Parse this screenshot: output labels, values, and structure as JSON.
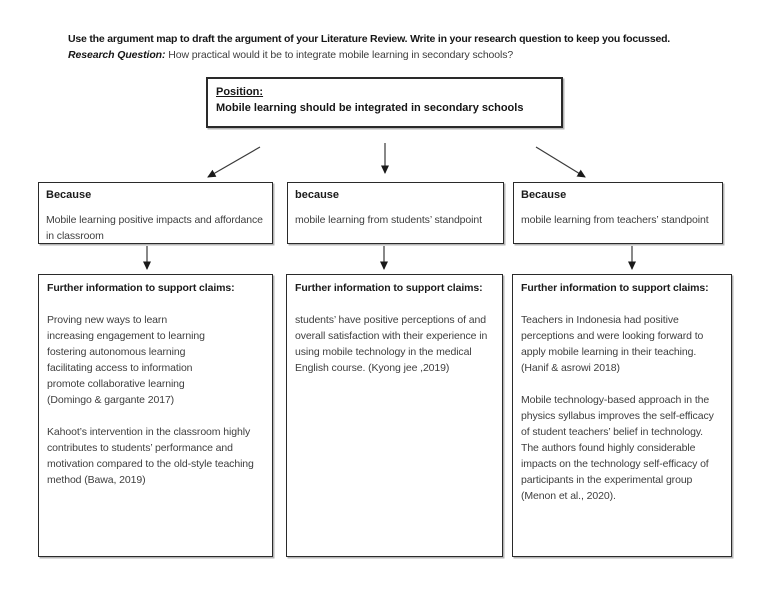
{
  "header": {
    "instruction": "Use the argument map to draft the argument of your Literature Review. Write in your research question to keep you focussed.",
    "research_question_label": "Research Question:",
    "research_question": "How practical would it be to integrate mobile learning in secondary schools?"
  },
  "position_box": {
    "label": "Position:",
    "text": "Mobile learning should be integrated in secondary schools"
  },
  "because_boxes": [
    {
      "label": "Because",
      "text": "Mobile learning positive impacts and affordance in classroom"
    },
    {
      "label": "because",
      "text": "mobile learning from students’ standpoint"
    },
    {
      "label": "Because",
      "text": "mobile learning from teachers’ standpoint"
    }
  ],
  "support_boxes": [
    {
      "heading": "Further information to support claims:",
      "paragraphs": [
        "Proving new ways to learn\nincreasing engagement to learning\nfostering autonomous learning\nfacilitating access to information\npromote collaborative learning\n(Domingo &  gargante 2017)",
        "Kahoot’s intervention in the classroom highly contributes to students’ performance and motivation compared to the old-style teaching method (Bawa, 2019)"
      ]
    },
    {
      "heading": "Further information to support claims:",
      "paragraphs": [
        "students’ have positive perceptions of and overall satisfaction with their experience in using mobile technology in the medical English course. (Kyong jee ,2019)"
      ]
    },
    {
      "heading": "Further information to support claims:",
      "paragraphs": [
        "Teachers in Indonesia had positive perceptions and were looking forward to apply mobile learning in their teaching. (Hanif & asrowi 2018)",
        "Mobile technology-based approach in the physics syllabus improves the self-efficacy of student teachers’ belief in technology. The authors found highly considerable impacts on the technology self-efficacy of participants in the experimental group (Menon et al., 2020)."
      ]
    }
  ],
  "colors": {
    "background": "#ffffff",
    "box_border": "#2a2a2a",
    "heading_text": "#1b1b1b",
    "body_text": "#3e3e3e"
  }
}
